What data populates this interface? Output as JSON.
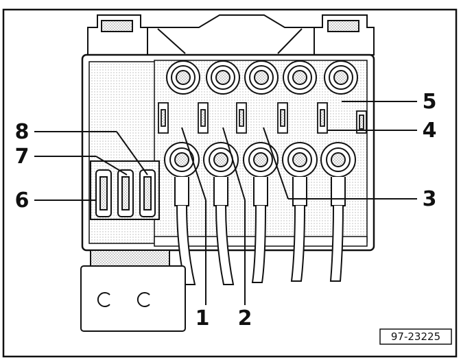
{
  "diagram": {
    "callouts": {
      "c1": "1",
      "c2": "2",
      "c3": "3",
      "c4": "4",
      "c5": "5",
      "c6": "6",
      "c7": "7",
      "c8": "8"
    },
    "reference_code": "97-23225"
  }
}
